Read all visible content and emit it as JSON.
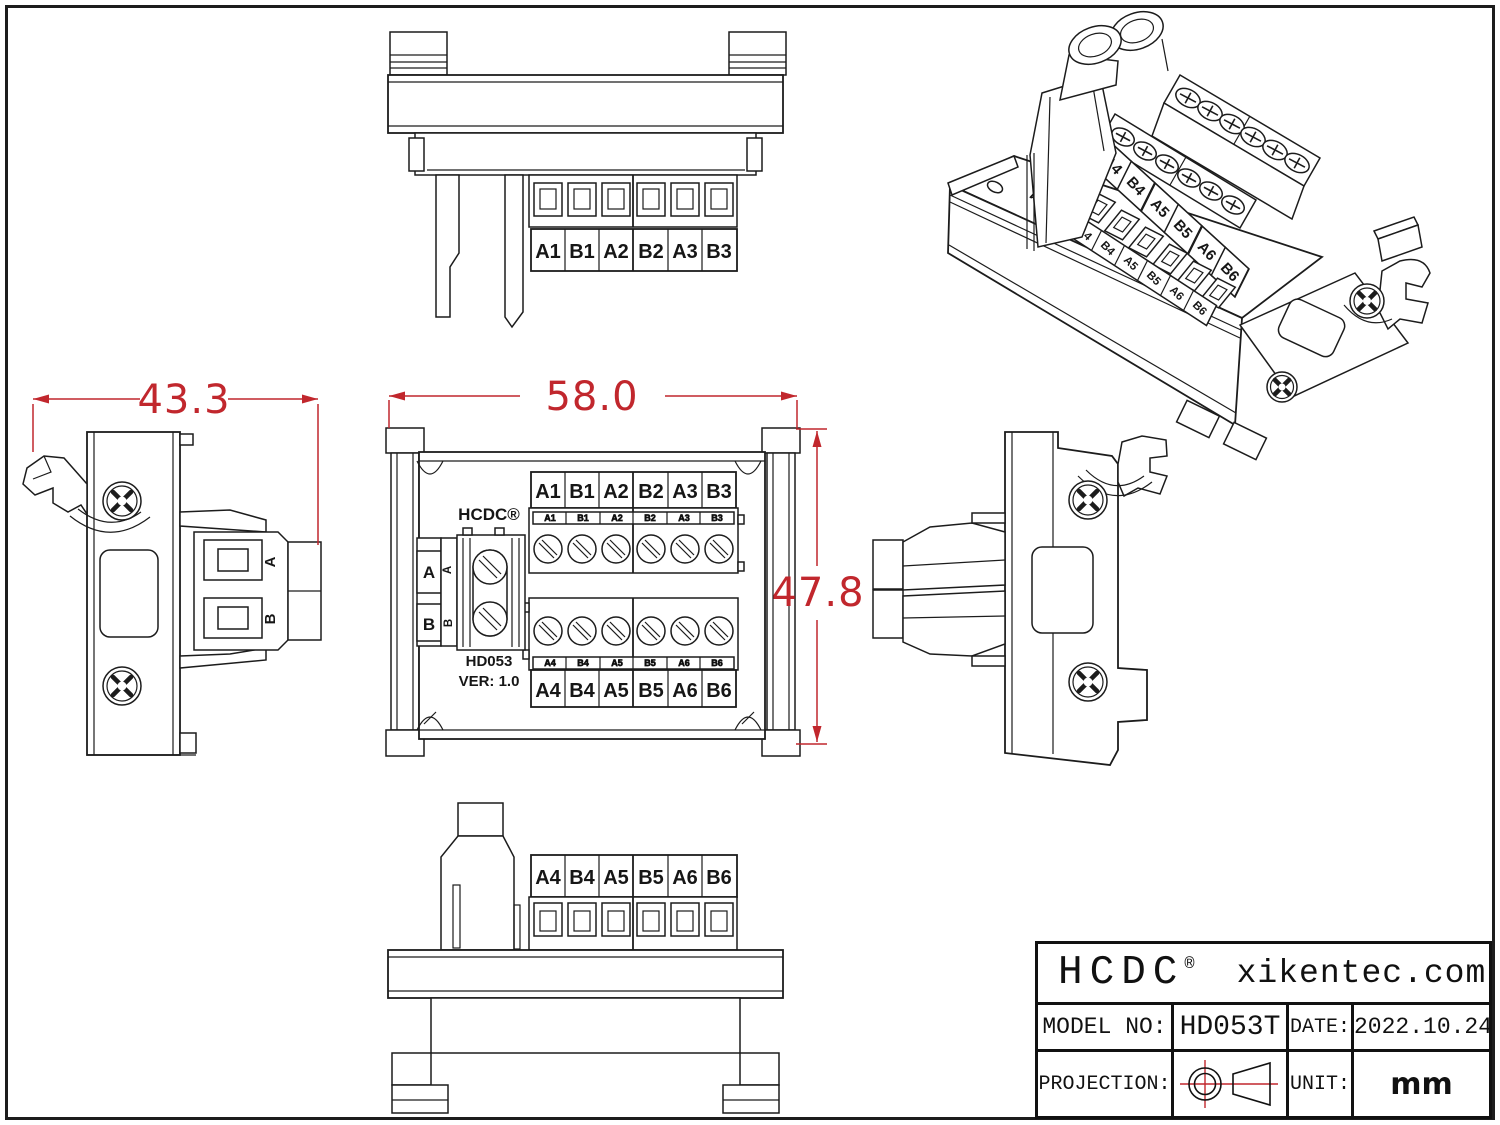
{
  "drawing": {
    "line_color": "#1c1c1c",
    "dim_color": "#c1272d"
  },
  "dimensions": {
    "side_width": "43.3",
    "front_width": "58.0",
    "front_height": "47.8"
  },
  "labels": {
    "row_a": [
      "A1",
      "B1",
      "A2",
      "B2",
      "A3",
      "B3"
    ],
    "row_b": [
      "A4",
      "B4",
      "A5",
      "B5",
      "A6",
      "B6"
    ],
    "pins": [
      "A",
      "B"
    ]
  },
  "product": {
    "brand": "HCDC®",
    "model": "HD053",
    "version": "VER: 1.0"
  },
  "title_block": {
    "brand": "HCDC",
    "brand_reg": "®",
    "website": "xikentec.com",
    "model_label": "MODEL NO:",
    "model_value": "HD053T",
    "date_label": "DATE:",
    "date_value": "2022.10.24",
    "projection_label": "PROJECTION:",
    "unit_label": "UNIT:",
    "unit_value": "mm"
  }
}
